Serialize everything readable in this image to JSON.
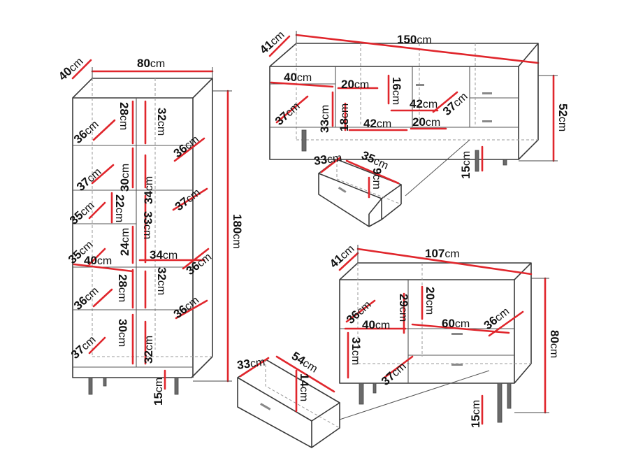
{
  "bookcase": {
    "depth": "40",
    "width": "80",
    "height": "180",
    "legs": "15",
    "inner": [
      "28",
      "32",
      "36",
      "36",
      "37",
      "30",
      "34",
      "37",
      "35",
      "22",
      "33",
      "24",
      "35",
      "40",
      "34",
      "36",
      "28",
      "32",
      "36",
      "36",
      "30",
      "32",
      "37"
    ]
  },
  "tv_stand": {
    "depth": "41",
    "width": "150",
    "height": "52",
    "legs": "15",
    "inner": [
      "40",
      "20",
      "16",
      "42",
      "37",
      "37",
      "33",
      "18",
      "42",
      "20"
    ],
    "drawer": [
      "33",
      "35",
      "9"
    ]
  },
  "sideboard": {
    "depth": "41",
    "width": "107",
    "height": "80",
    "legs": "15",
    "inner": [
      "36",
      "40",
      "29",
      "20",
      "60",
      "36",
      "31",
      "37"
    ],
    "drawer": [
      "33",
      "54",
      "14"
    ]
  },
  "unit": "cm"
}
